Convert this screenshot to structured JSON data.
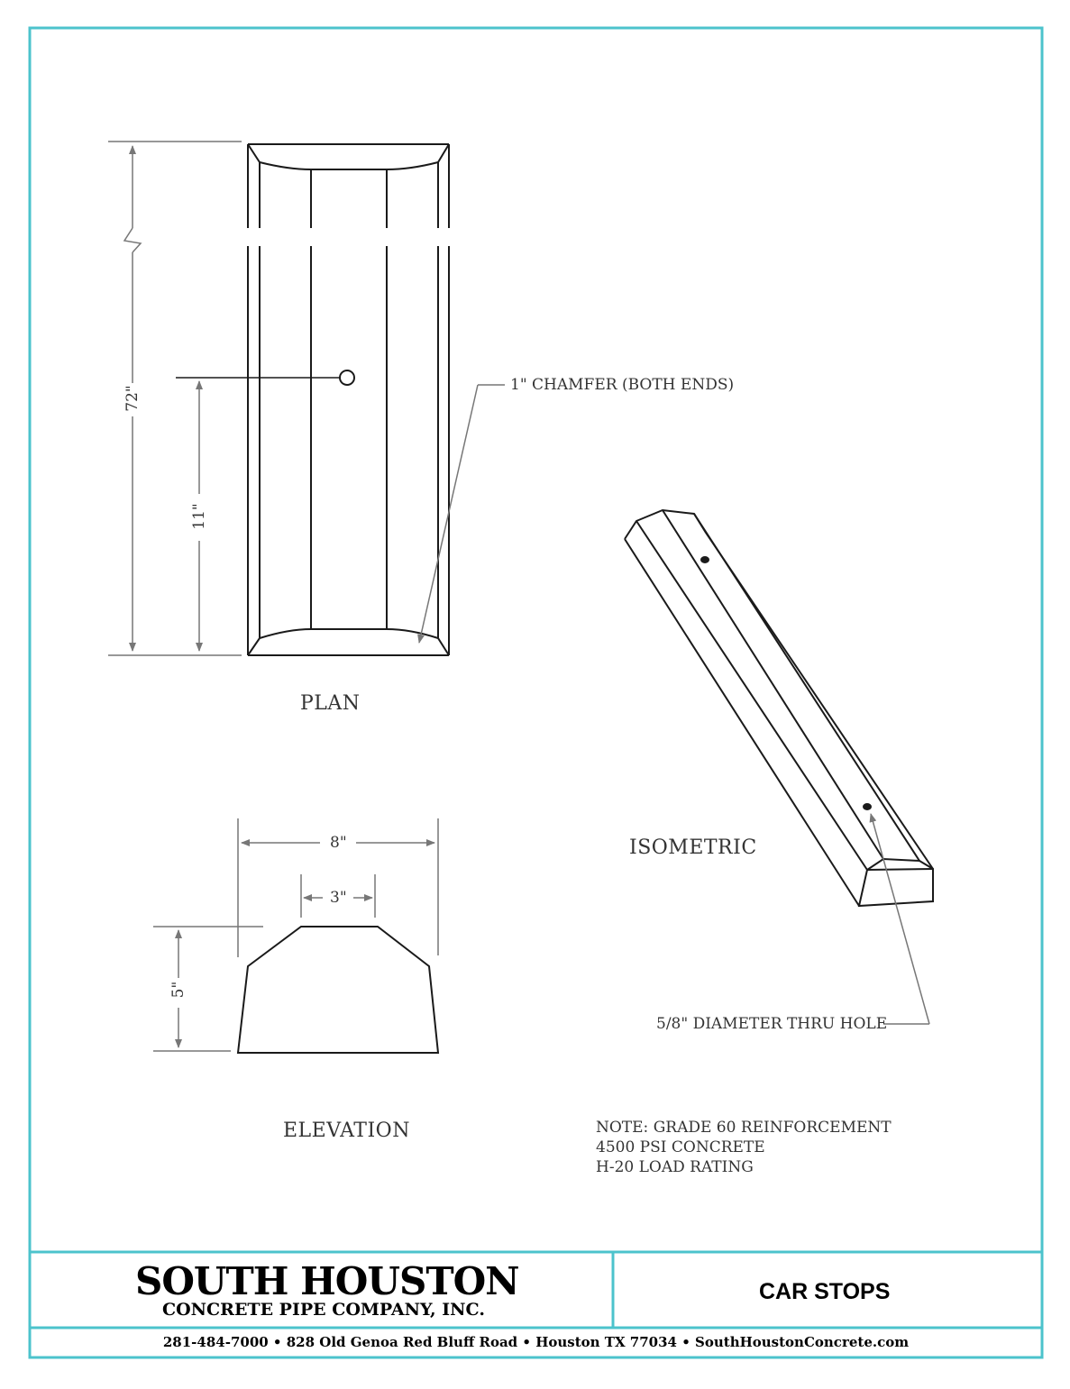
{
  "drawing": {
    "plan_label": "PLAN",
    "elevation_label": "ELEVATION",
    "isometric_label": "ISOMETRIC",
    "chamfer_callout": "1\" CHAMFER (BOTH ENDS)",
    "hole_callout": "5/8\" DIAMETER THRU HOLE",
    "dim_length": "72\"",
    "dim_hole_offset": "11\"",
    "dim_base_width": "8\"",
    "dim_top_width": "3\"",
    "dim_height": "5\"",
    "notes": [
      "NOTE: GRADE 60 REINFORCEMENT",
      "4500 PSI CONCRETE",
      "H-20 LOAD RATING"
    ]
  },
  "title_block": {
    "company_name": "SOUTH HOUSTON",
    "company_subtitle": "CONCRETE PIPE COMPANY, INC.",
    "product_title": "CAR STOPS",
    "contact_line": "281-484-7000  •  828 Old Genoa Red Bluff Road  •  Houston TX 77034  •  SouthHoustonConcrete.com"
  },
  "colors": {
    "border": "#4cc3cc",
    "ink": "#1a1a1a",
    "dim": "#777777"
  }
}
